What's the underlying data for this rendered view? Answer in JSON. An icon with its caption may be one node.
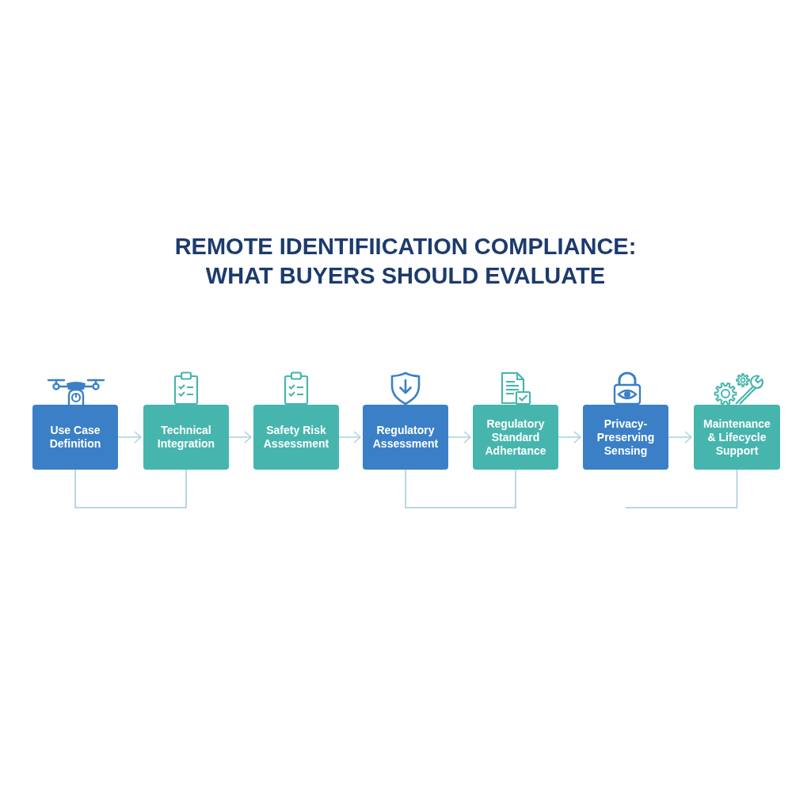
{
  "diagram": {
    "title": "REMOTE IDENTIFIICATION COMPLIANCE: WHAT BUYERS SHOULD EVALUATE",
    "nodes": [
      {
        "text": [
          "Use Case Definition"
        ]
      },
      {
        "text": [
          "Technical Integration"
        ]
      },
      {
        "text": [
          "Safety Risk Assessment"
        ]
      },
      {
        "text": [
          "Regulatory Assessment"
        ]
      },
      {
        "text": [
          "Regulatory Standard Adhertance"
        ]
      },
      {
        "text": [
          "Privacy-Preserving Sensing"
        ]
      },
      {
        "text": [
          "Maintenance & Lifecycle Support"
        ]
      }
    ],
    "edges": [
      {
        "from": 0,
        "to": 1,
        "arrow": "to"
      },
      {
        "from": 1,
        "to": 2,
        "arrow": "to"
      },
      {
        "from": 2,
        "to": 3,
        "arrow": "to"
      },
      {
        "from": 3,
        "to": 4,
        "arrow": "to"
      },
      {
        "from": 4,
        "to": 5,
        "arrow": "to"
      },
      {
        "from": 5,
        "to": 6,
        "arrow": "to"
      },
      {
        "from": 0,
        "to": 1,
        "arrow": "none"
      },
      {
        "from": 3,
        "to": 4,
        "arrow": "none"
      },
      {
        "from": 6,
        "to": null,
        "arrow": "none"
      }
    ]
  }
}
